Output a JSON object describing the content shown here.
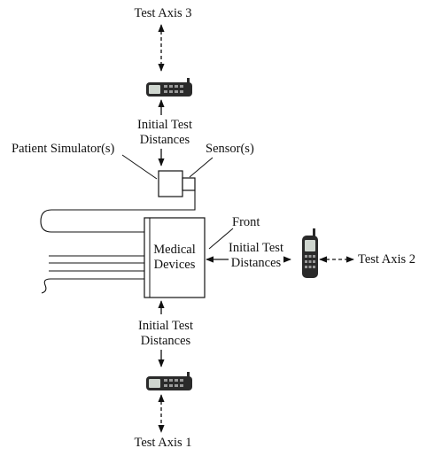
{
  "labels": {
    "test_axis_3": "Test Axis 3",
    "test_axis_2": "Test Axis 2",
    "test_axis_1": "Test Axis 1",
    "initial_top_line1": "Initial Test",
    "initial_top_line2": "Distances",
    "initial_right_line1": "Initial Test",
    "initial_right_line2": "Distances",
    "initial_bottom_line1": "Initial Test",
    "initial_bottom_line2": "Distances",
    "patient_simulator": "Patient Simulator(s)",
    "sensor": "Sensor(s)",
    "front": "Front",
    "medical_line1": "Medical",
    "medical_line2": "Devices"
  },
  "icons": {
    "phone_top": "mobile-phone-icon",
    "phone_right": "mobile-phone-icon",
    "phone_bottom": "mobile-phone-icon"
  },
  "colors": {
    "stroke": "#111111",
    "phone_body": "#2a2a2a",
    "phone_screen": "#cfd6cf"
  }
}
